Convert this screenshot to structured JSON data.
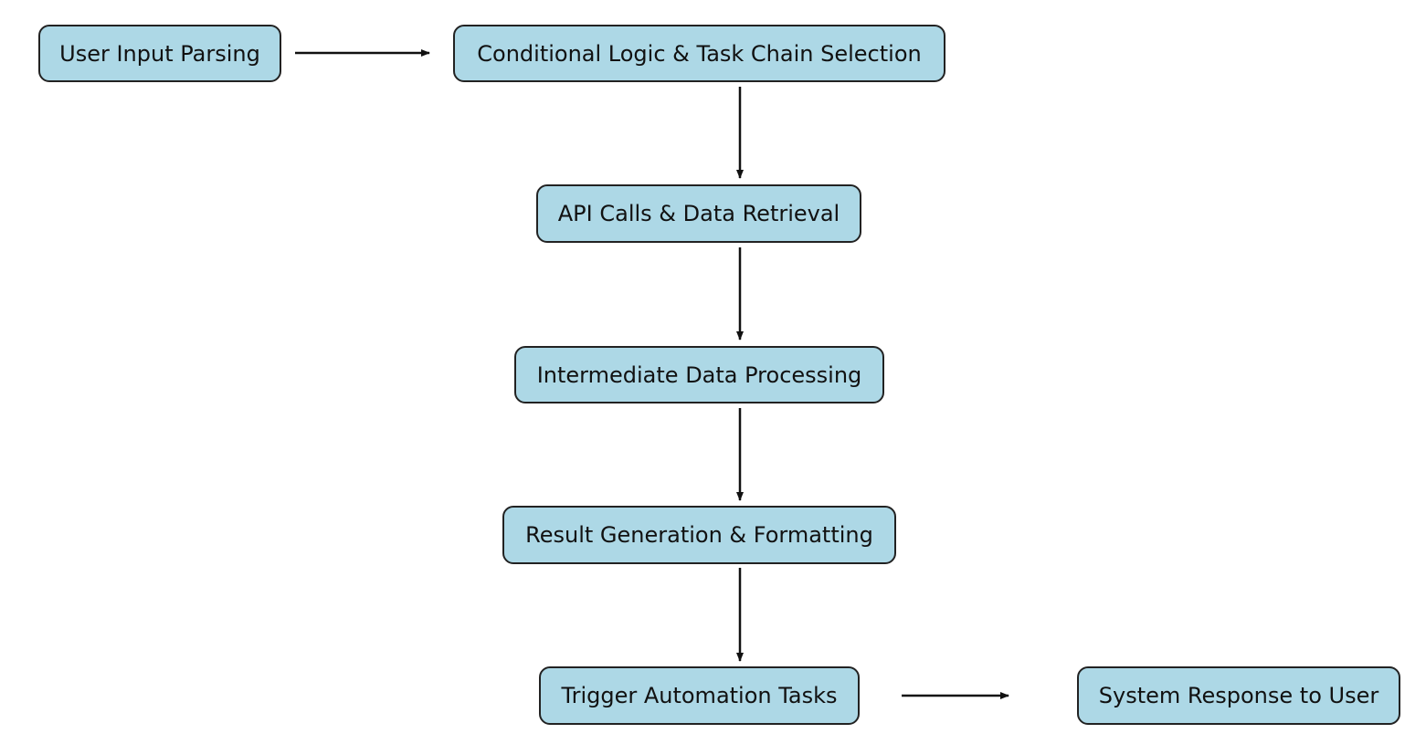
{
  "colors": {
    "node_fill": "#add8e6",
    "node_border": "#222222",
    "edge": "#111111"
  },
  "nodes": {
    "user_input": "User Input Parsing",
    "conditional_logic": "Conditional Logic & Task Chain Selection",
    "api_calls": "API Calls & Data Retrieval",
    "intermediate": "Intermediate Data Processing",
    "result_generation": "Result Generation & Formatting",
    "trigger_automation": "Trigger Automation Tasks",
    "system_response": "System Response to User"
  },
  "edges": [
    {
      "from": "user_input",
      "to": "conditional_logic"
    },
    {
      "from": "conditional_logic",
      "to": "api_calls"
    },
    {
      "from": "api_calls",
      "to": "intermediate"
    },
    {
      "from": "intermediate",
      "to": "result_generation"
    },
    {
      "from": "result_generation",
      "to": "trigger_automation"
    },
    {
      "from": "trigger_automation",
      "to": "system_response"
    }
  ]
}
